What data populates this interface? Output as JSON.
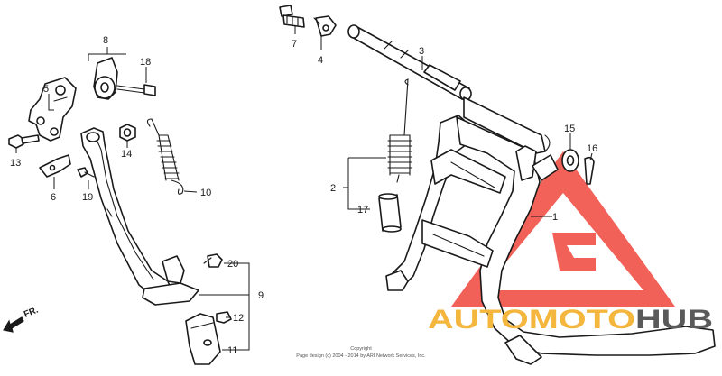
{
  "diagram": {
    "direction_label": "FR.",
    "callouts": {
      "c1": "1",
      "c2": "2",
      "c3": "3",
      "c4": "4",
      "c5": "5",
      "c6": "6",
      "c7": "7",
      "c8": "8",
      "c9": "9",
      "c10": "10",
      "c11": "11",
      "c12": "12",
      "c13": "13",
      "c14": "14",
      "c15": "15",
      "c16": "16",
      "c17": "17",
      "c18": "18",
      "c19": "19",
      "c20": "20"
    },
    "copyright": {
      "line1": "Copyright",
      "line2": "Page design (c) 2004 - 2014 by ARI Network Services, Inc."
    }
  },
  "watermark": {
    "word1": "AUTO",
    "word2": "MOTO",
    "word3": "HUB",
    "colors": {
      "triangle": "#f0463c",
      "auto": "#f4b63c",
      "hub": "#5a5a5a"
    }
  }
}
